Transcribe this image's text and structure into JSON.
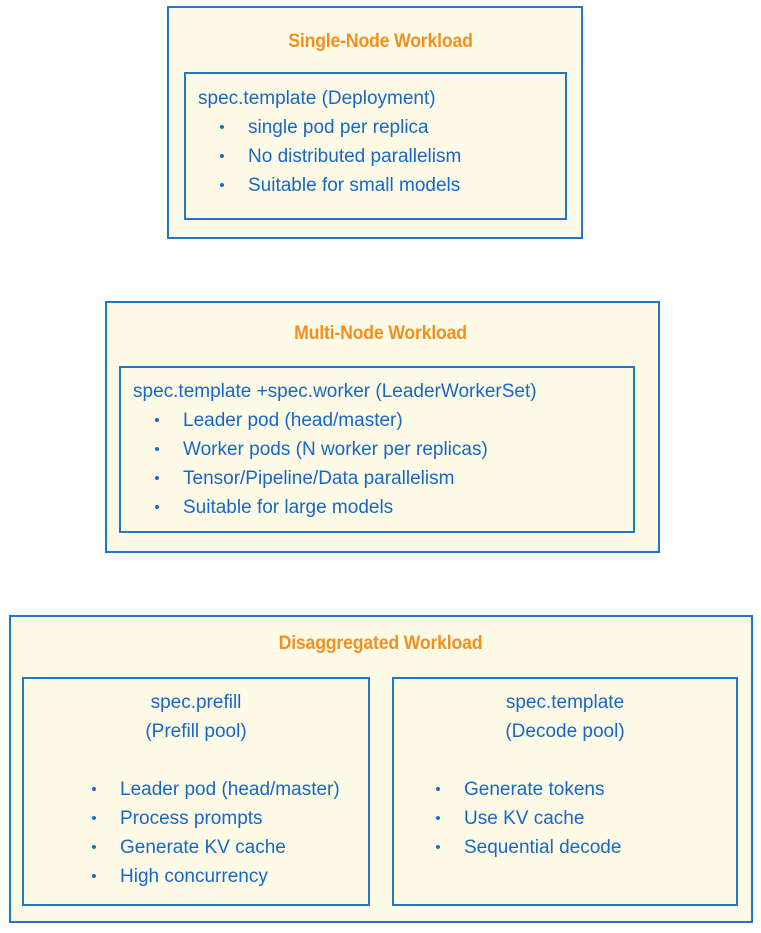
{
  "diagram": {
    "colors": {
      "title_orange": "#f2901f",
      "text_blue": "#1668c8",
      "border_blue": "#2176c7",
      "box_fill": "#fdfae6",
      "page_background": "#ffffff"
    },
    "bullet_glyph": "•",
    "panels": [
      {
        "id": "single-node",
        "title": "Single-Node Workload",
        "spec_boxes": [
          {
            "id": "single-node-spec",
            "heading": "spec.template (Deployment)",
            "bullets": [
              "single pod per replica",
              "No distributed parallelism",
              "Suitable for small models"
            ]
          }
        ]
      },
      {
        "id": "multi-node",
        "title": "Multi-Node Workload",
        "spec_boxes": [
          {
            "id": "multi-node-spec",
            "heading": "spec.template +spec.worker (LeaderWorkerSet)",
            "bullets": [
              "Leader pod (head/master)",
              "Worker pods (N worker per replicas)",
              "Tensor/Pipeline/Data parallelism",
              "Suitable for large models"
            ]
          }
        ]
      },
      {
        "id": "disaggregated",
        "title": "Disaggregated Workload",
        "spec_boxes": [
          {
            "id": "prefill-pool",
            "heading_line1": "spec.prefill",
            "heading_line2": "(Prefill pool)",
            "bullets": [
              "Leader pod (head/master)",
              "Process prompts",
              "Generate KV cache",
              "High concurrency"
            ]
          },
          {
            "id": "decode-pool",
            "heading_line1": "spec.template",
            "heading_line2": "(Decode pool)",
            "bullets": [
              "Generate tokens",
              "Use KV cache",
              "Sequential decode"
            ]
          }
        ]
      }
    ]
  }
}
